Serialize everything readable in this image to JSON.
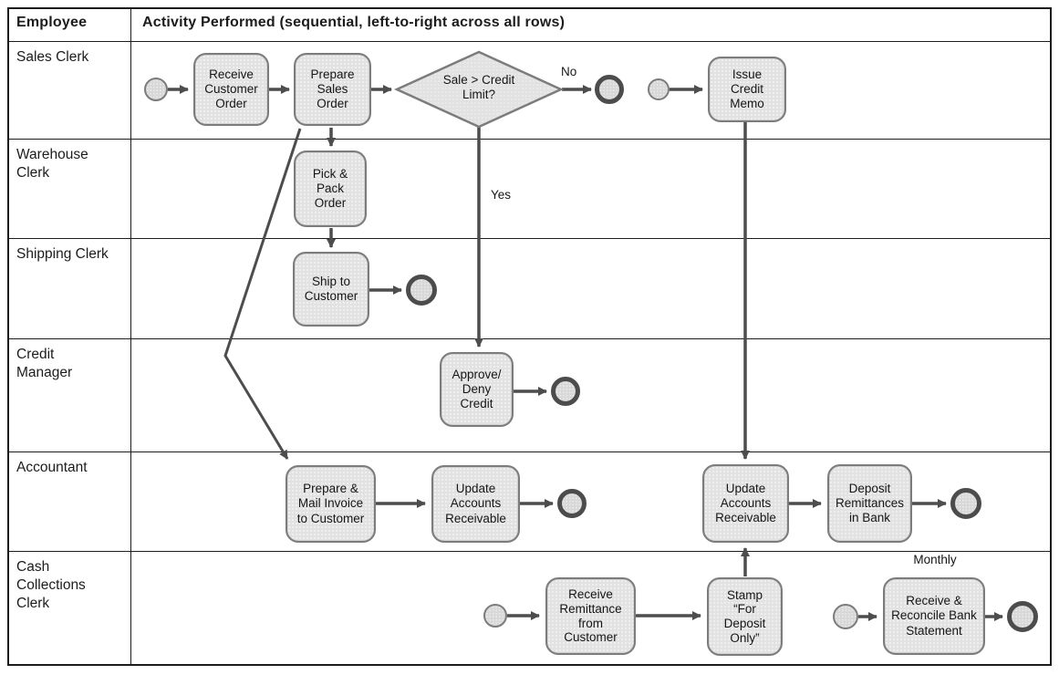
{
  "header": {
    "employee_col": "Employee",
    "activity_col": "Activity Performed (sequential, left-to-right across all rows)"
  },
  "lanes": [
    {
      "label": "Sales Clerk"
    },
    {
      "label": "Warehouse\nClerk"
    },
    {
      "label": "Shipping Clerk"
    },
    {
      "label": "Credit\nManager"
    },
    {
      "label": "Accountant"
    },
    {
      "label": "Cash\nCollections\nClerk"
    }
  ],
  "nodes": {
    "receive_customer_order": "Receive\nCustomer\nOrder",
    "prepare_sales_order": "Prepare\nSales\nOrder",
    "sale_credit_limit": "Sale > Credit\nLimit?",
    "issue_credit_memo": "Issue\nCredit\nMemo",
    "pick_pack_order": "Pick &\nPack\nOrder",
    "ship_to_customer": "Ship to\nCustomer",
    "approve_deny_credit": "Approve/\nDeny\nCredit",
    "prepare_mail_invoice": "Prepare &\nMail Invoice\nto Customer",
    "update_accounts_receivable_1": "Update\nAccounts\nReceivable",
    "update_accounts_receivable_2": "Update\nAccounts\nReceivable",
    "deposit_remittances": "Deposit\nRemittances\nin Bank",
    "receive_remittance": "Receive\nRemittance\nfrom\nCustomer",
    "stamp_for_deposit_only": "Stamp\n“For\nDeposit\nOnly”",
    "receive_reconcile_bank": "Receive &\nReconcile Bank\nStatement"
  },
  "edge_labels": {
    "no": "No",
    "yes": "Yes",
    "monthly": "Monthly"
  },
  "colors": {
    "box_fill": "#e2e2e2",
    "box_border": "#7c7c7c",
    "arrow": "#4d4d4d",
    "grid": "#1c1c1c",
    "event_fill": "#d8d8d8",
    "end_ring": "#4c4c4c"
  },
  "diagram": {
    "type": "swimlane-flowchart",
    "edges": [
      {
        "from": "start-1",
        "to": "receive_customer_order",
        "lane": "Sales Clerk"
      },
      {
        "from": "receive_customer_order",
        "to": "prepare_sales_order"
      },
      {
        "from": "prepare_sales_order",
        "to": "sale_credit_limit"
      },
      {
        "from": "sale_credit_limit",
        "to": "end-1",
        "label": "No"
      },
      {
        "from": "sale_credit_limit",
        "to": "approve_deny_credit",
        "label": "Yes"
      },
      {
        "from": "prepare_sales_order",
        "to": "pick_pack_order"
      },
      {
        "from": "prepare_sales_order",
        "to": "prepare_mail_invoice"
      },
      {
        "from": "pick_pack_order",
        "to": "ship_to_customer"
      },
      {
        "from": "ship_to_customer",
        "to": "end-2"
      },
      {
        "from": "approve_deny_credit",
        "to": "end-3"
      },
      {
        "from": "prepare_mail_invoice",
        "to": "update_accounts_receivable_1"
      },
      {
        "from": "update_accounts_receivable_1",
        "to": "end-4"
      },
      {
        "from": "start-2",
        "to": "issue_credit_memo",
        "lane": "Sales Clerk"
      },
      {
        "from": "issue_credit_memo",
        "to": "update_accounts_receivable_2"
      },
      {
        "from": "start-3",
        "to": "receive_remittance",
        "lane": "Cash Collections Clerk"
      },
      {
        "from": "receive_remittance",
        "to": "stamp_for_deposit_only"
      },
      {
        "from": "stamp_for_deposit_only",
        "to": "update_accounts_receivable_2"
      },
      {
        "from": "update_accounts_receivable_2",
        "to": "deposit_remittances"
      },
      {
        "from": "deposit_remittances",
        "to": "end-5"
      },
      {
        "from": "start-4",
        "to": "receive_reconcile_bank",
        "label": "Monthly"
      },
      {
        "from": "receive_reconcile_bank",
        "to": "end-6"
      }
    ]
  }
}
